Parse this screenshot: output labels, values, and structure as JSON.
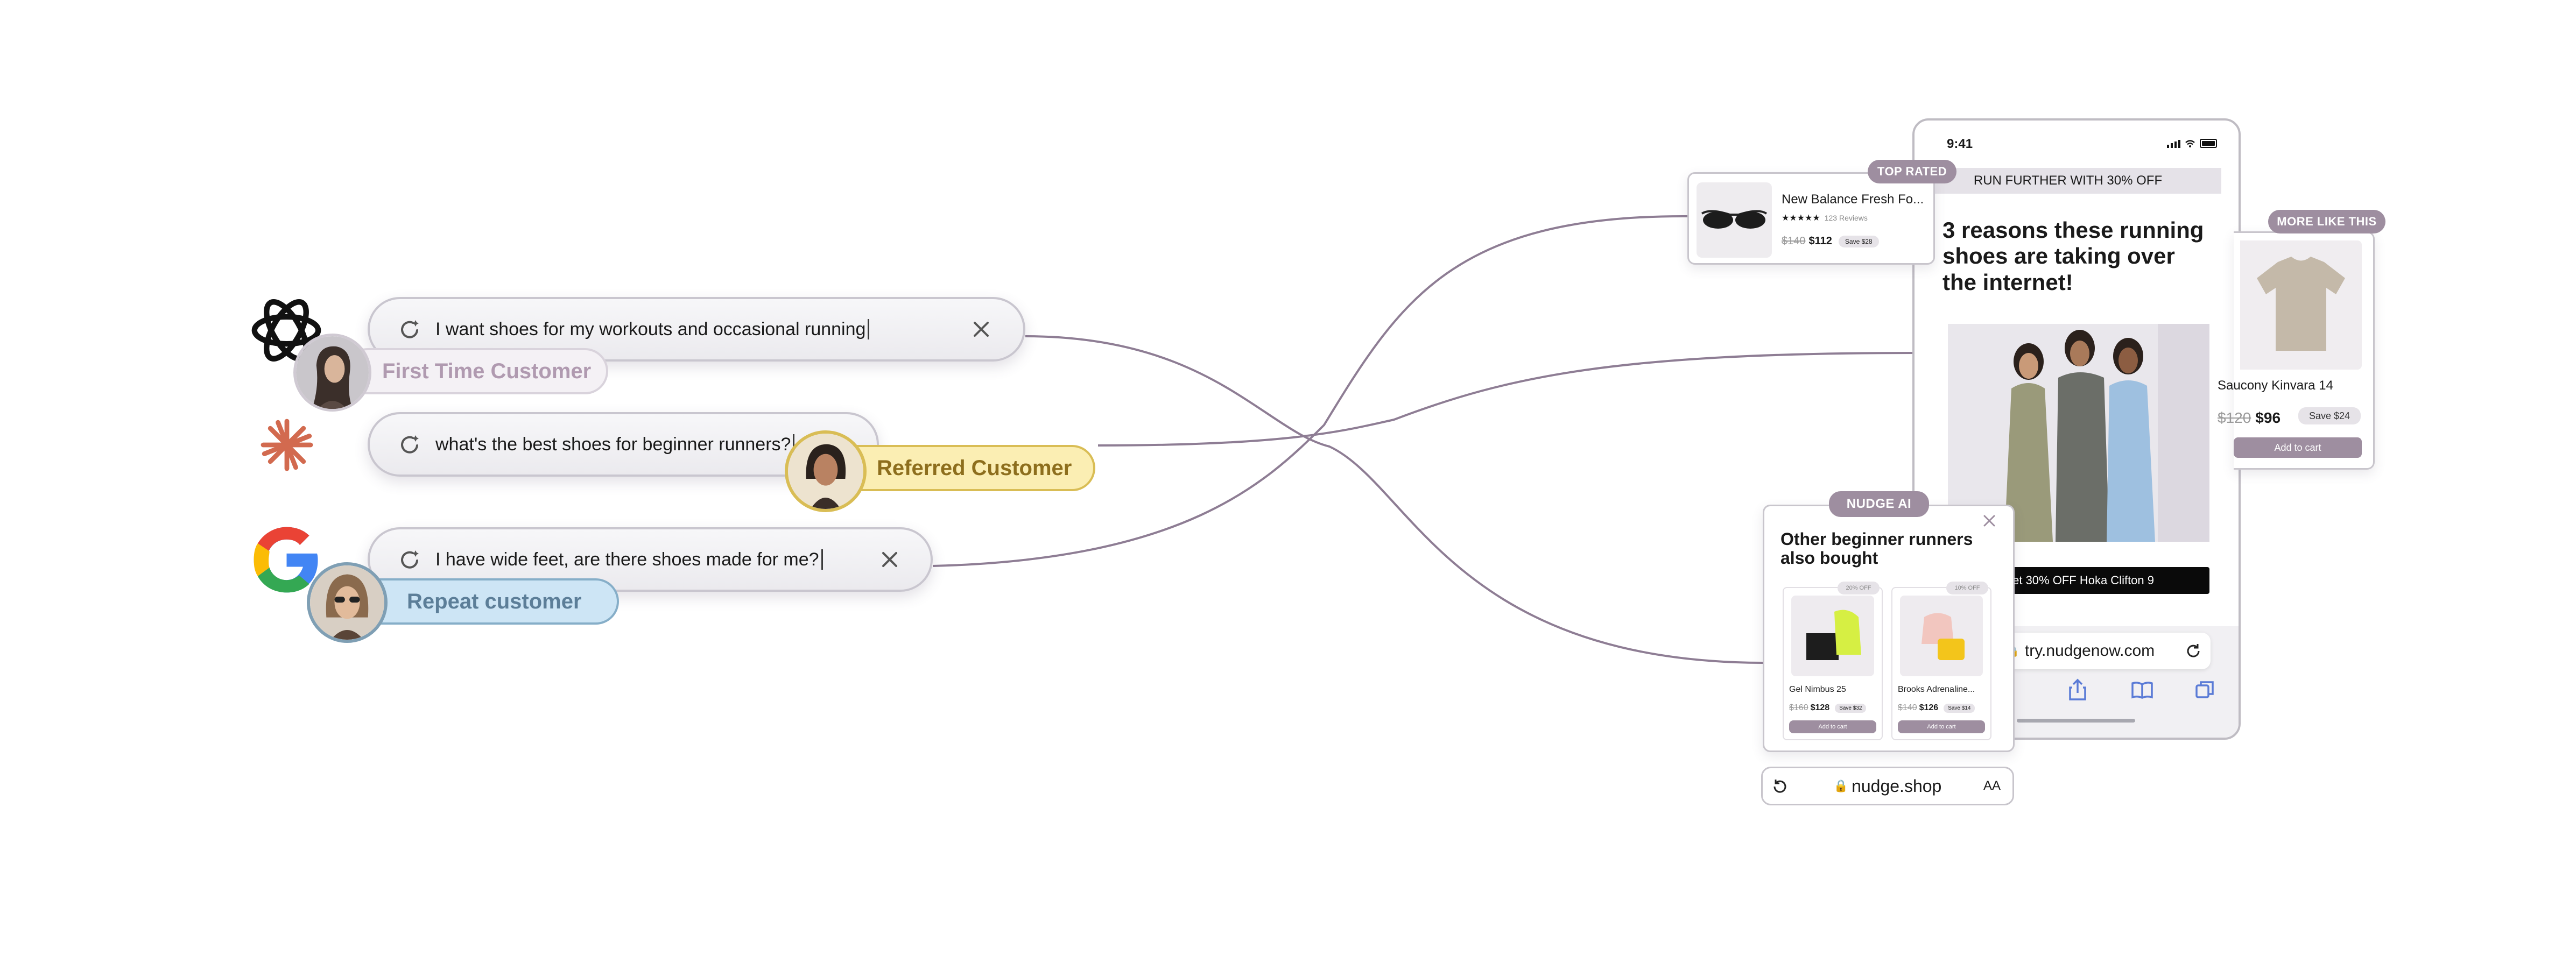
{
  "queries": [
    {
      "text": "I want shoes for my workouts and occasional running",
      "customer": "First Time Customer",
      "engine": "chatgpt-icon"
    },
    {
      "text": "what's the best shoes for beginner runners?",
      "customer": "Referred Customer",
      "engine": "claude-icon"
    },
    {
      "text": "I have wide feet, are there shoes made for me?",
      "customer": "Repeat customer",
      "engine": "google-icon"
    }
  ],
  "phone": {
    "time": "9:41",
    "banner": "RUN FURTHER WITH 30% OFF",
    "headline": "3 reasons these running shoes are taking over the internet!",
    "cta": "Get 30% OFF Hoka Clifton 9",
    "url": "try.nudgenow.com"
  },
  "top_rated": {
    "badge": "TOP RATED",
    "name": "New Balance Fresh Fo...",
    "stars": "★★★★★",
    "reviews": "123 Reviews",
    "old_price": "$140",
    "price": "$112",
    "save": "Save $28"
  },
  "more_like": {
    "badge": "MORE LIKE THIS",
    "name": "Saucony Kinvara 14",
    "old_price": "$120",
    "price": "$96",
    "save": "Save $24",
    "button": "Add to cart"
  },
  "nudge": {
    "badge": "NUDGE AI",
    "title": "Other beginner runners also bought",
    "items": [
      {
        "discount": "20% OFF",
        "name": "Gel Nimbus 25",
        "old_price": "$160",
        "price": "$128",
        "save": "Save $32",
        "button": "Add to cart"
      },
      {
        "discount": "10% OFF",
        "name": "Brooks Adrenaline...",
        "old_price": "$140",
        "price": "$126",
        "save": "Save $14",
        "button": "Add to cart"
      }
    ],
    "url": "nudge.shop",
    "text_size": "AA"
  },
  "colors": {
    "connector": "#8e7d94",
    "first_time_text": "#b09ab0",
    "referred_bg": "#fbeeb3",
    "referred_text": "#8d6e1d",
    "repeat_bg": "#cde5f5",
    "repeat_text": "#5c7e98",
    "brand": "#9e8ea0"
  }
}
